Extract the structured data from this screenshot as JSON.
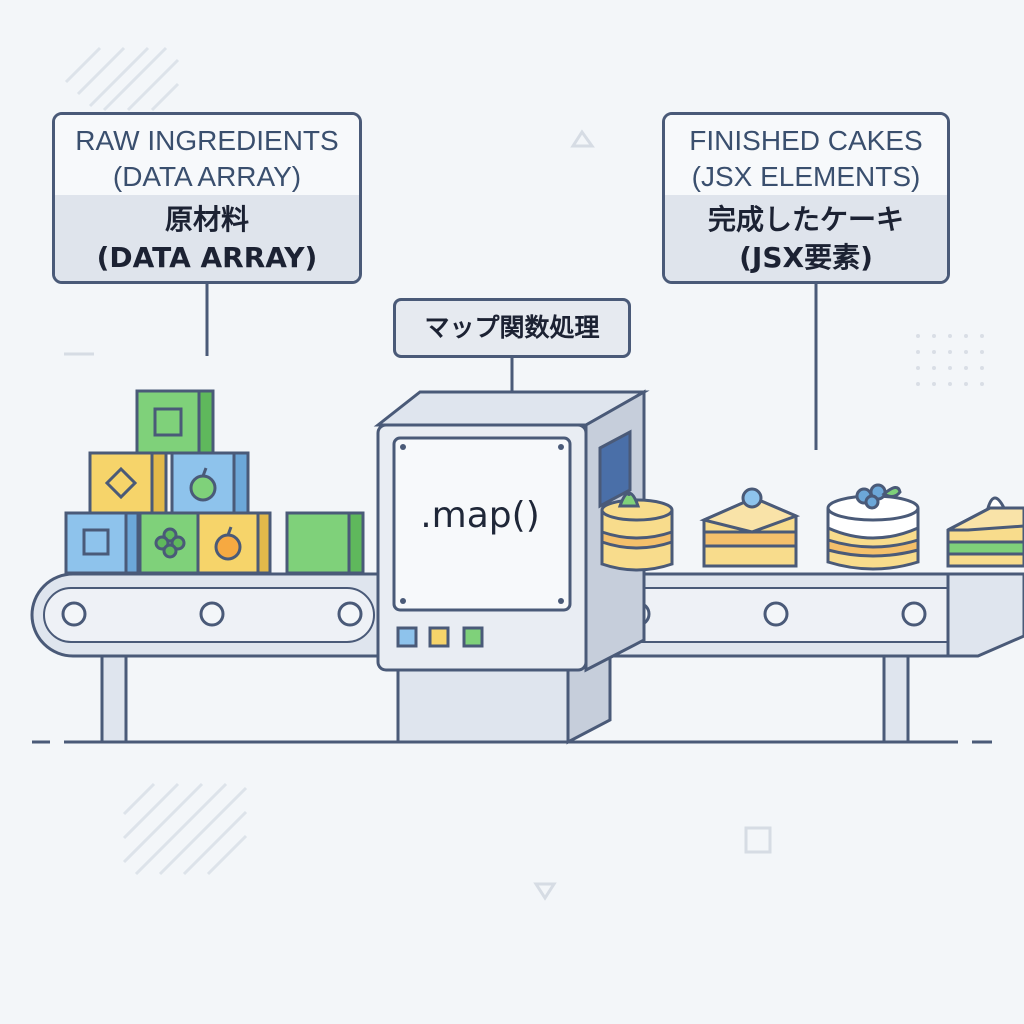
{
  "raw_box": {
    "line1": "RAW INGREDIENTS",
    "line2": "(DATA ARRAY)",
    "ja_line1": "原材料",
    "ja_line2": "(DATA ARRAY)"
  },
  "finished_box": {
    "line1": "FINISHED CAKES",
    "line2": "(JSX ELEMENTS)",
    "ja_line1": "完成したケーキ",
    "ja_line2": "(JSX要素)"
  },
  "machine": {
    "label": "マップ関数処理",
    "screen_text": ".map()"
  },
  "colors": {
    "outline": "#4a5a78",
    "block_green": "#7fd17a",
    "block_yellow": "#f6d46a",
    "block_blue": "#8ec3ec",
    "cake_sponge": "#f8dc8c",
    "belt": "#dfe5ee"
  },
  "icons": [
    "square-icon",
    "diamond-icon",
    "apple-icon",
    "clover-icon",
    "strawberry-icon",
    "blueberry-icon",
    "cream-icon"
  ]
}
